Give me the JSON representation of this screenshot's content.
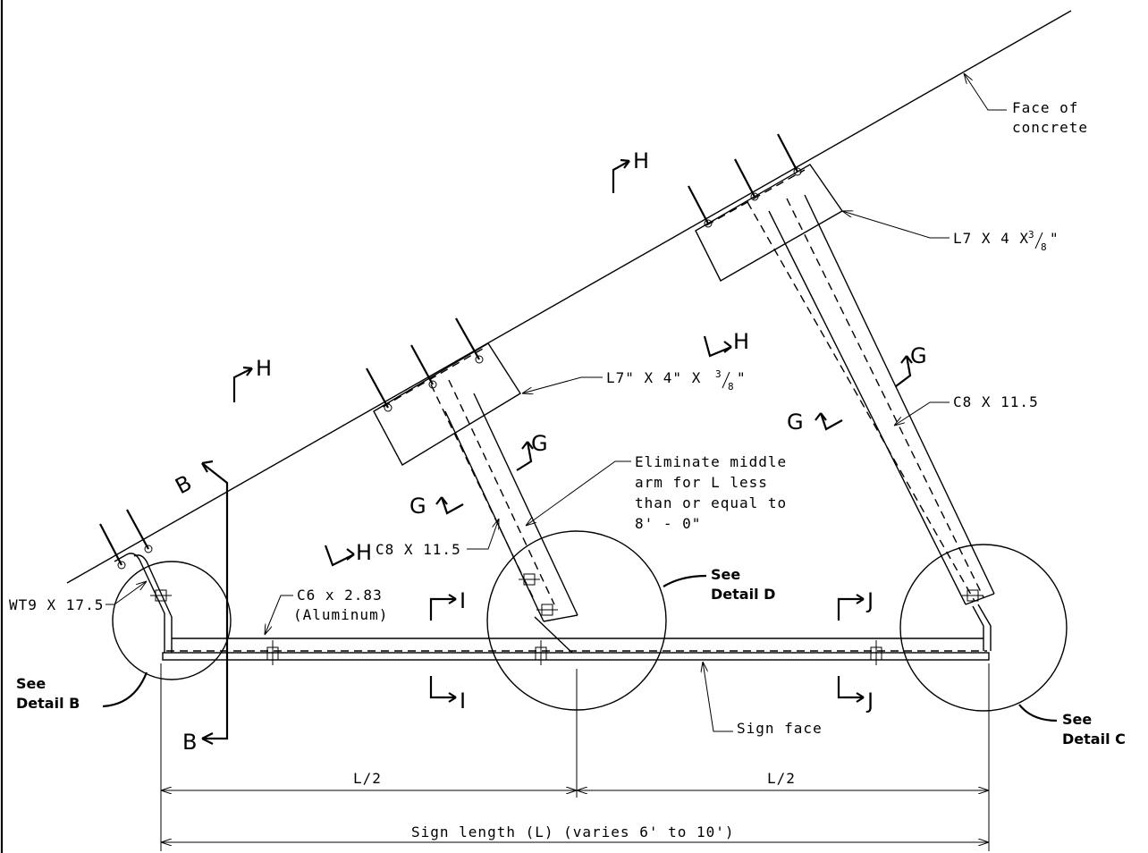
{
  "labels": {
    "face_of_concrete_1": "Face of",
    "face_of_concrete_2": "concrete",
    "angle_top": "L7 X 4 X",
    "angle_top_frac_num": "3",
    "angle_top_frac_den": "8",
    "angle_mid": "L7\" X 4\" X",
    "angle_mid_frac_num": "3",
    "angle_mid_frac_den": "8",
    "channel_right": "C8 X 11.5",
    "channel_mid": "C8 X 11.5",
    "eliminate_1": "Eliminate middle",
    "eliminate_2": "arm for L less",
    "eliminate_3": "than or equal to",
    "eliminate_4": "8' - 0\"",
    "tee": "WT9 X 17.5",
    "alum_1": "C6 x 2.83",
    "alum_2": "(Aluminum)",
    "sign_face": "Sign face",
    "dim_half_left": "L/2",
    "dim_half_right": "L/2",
    "dim_total": "Sign length (L) (varies 6' to 10')"
  },
  "details": {
    "see_b_1": "See",
    "see_b_2": "Detail B",
    "see_c_1": "See",
    "see_c_2": "Detail C",
    "see_d_1": "See",
    "see_d_2": "Detail D"
  },
  "sections": {
    "b_top": "B",
    "b_bottom": "B",
    "h": "H",
    "g": "G",
    "i": "I",
    "j": "J"
  }
}
